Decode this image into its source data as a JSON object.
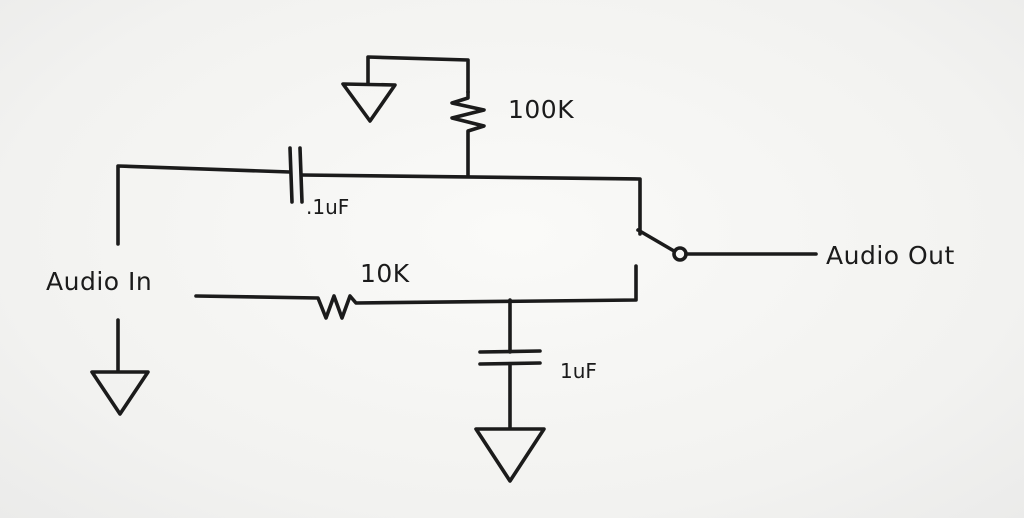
{
  "labels": {
    "audio_in": "Audio In",
    "audio_out": "Audio Out",
    "resistor_feedback": "100K",
    "resistor_input": "10K",
    "capacitor_coupling": ".1uF",
    "capacitor_filter": "1uF"
  }
}
